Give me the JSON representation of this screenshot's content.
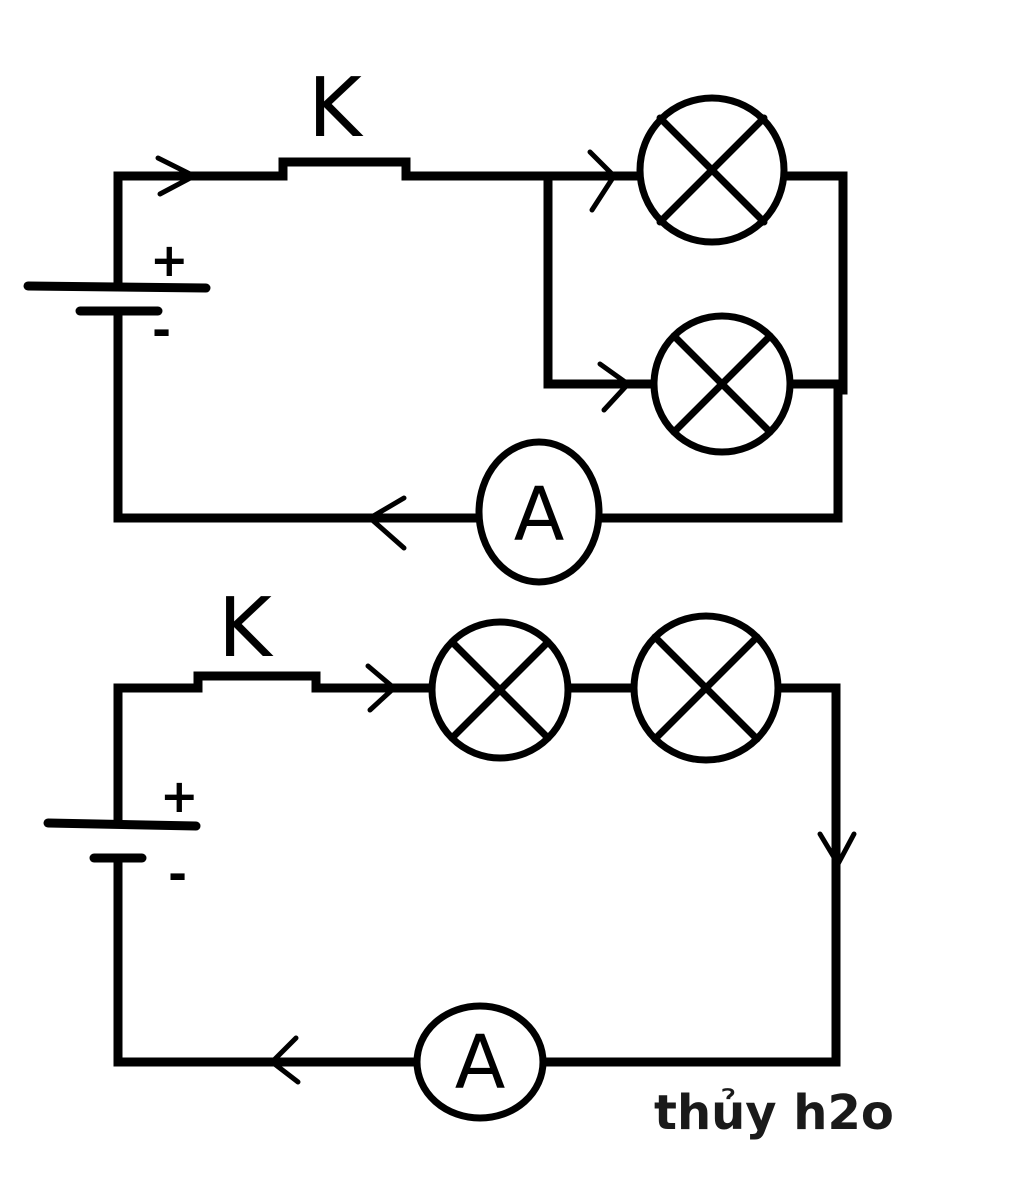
{
  "labels": {
    "switch": "K",
    "ammeter": "A",
    "plus": "+",
    "minus": "-"
  },
  "credit": "thủy h2o"
}
